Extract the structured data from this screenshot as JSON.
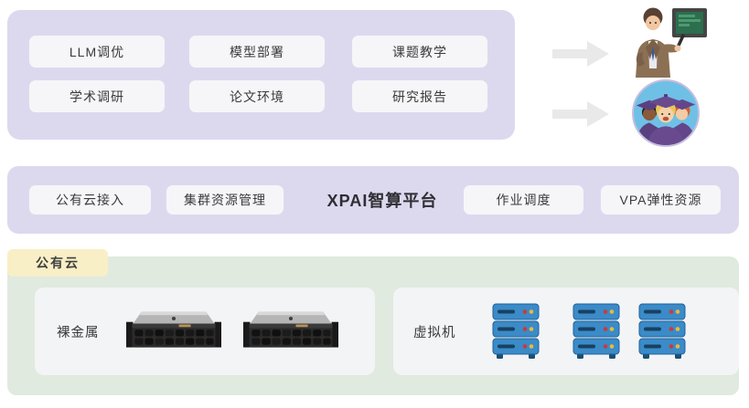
{
  "top_panel": {
    "buttons": [
      {
        "label": "LLM调优"
      },
      {
        "label": "模型部署"
      },
      {
        "label": "课题教学"
      },
      {
        "label": "学术调研"
      },
      {
        "label": "论文环境"
      },
      {
        "label": "研究报告"
      }
    ]
  },
  "flow": {
    "icons": {
      "teacher": "teacher-blackboard-icon",
      "students": "graduates-group-icon",
      "arrow": "right-arrow-icon"
    }
  },
  "platform_panel": {
    "title": "XPAI智算平台",
    "buttons": [
      {
        "label": "公有云接入"
      },
      {
        "label": "集群资源管理"
      },
      {
        "label": "作业调度"
      },
      {
        "label": "VPA弹性资源"
      }
    ]
  },
  "cloud_panel": {
    "tag_label": "公有云",
    "bare_metal": {
      "label": "裸金属",
      "server_count": 2,
      "icon": "rack-server-image"
    },
    "virtual_machines": {
      "label": "虚拟机",
      "server_stack_count": 3,
      "icon": "server-stack-icon"
    }
  },
  "colors": {
    "panel_purple": "#dcd9ef",
    "panel_green": "#e0eadf",
    "tag_yellow": "#f8efc6",
    "chip_white": "#f6f6f9",
    "inner_box_white": "#f3f4f6",
    "arrow_gray": "#e9e9e9",
    "vm_server_blue": "#3a8bc8"
  }
}
